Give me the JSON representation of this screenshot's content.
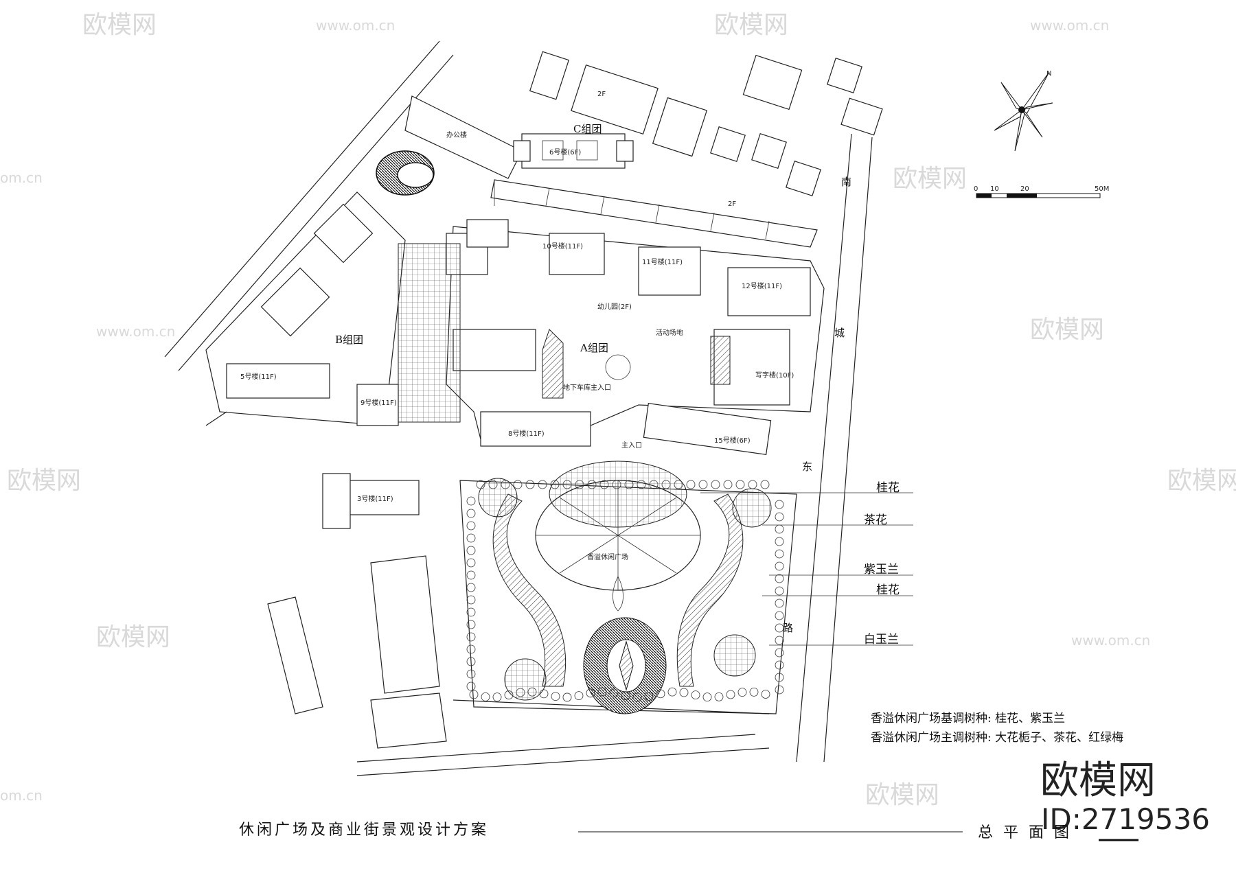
{
  "watermarks": {
    "brand": "欧模网",
    "url": "www.om.cn",
    "url_short": "om.cn",
    "big_brand": "欧模网",
    "id_text": "ID:2719536"
  },
  "plan": {
    "group_a": "A组团",
    "group_b": "B组团",
    "group_c": "C组团",
    "office": "办公楼",
    "building_2f": "2F",
    "kindergarten": "幼儿园(2F)",
    "activity": "活动场地",
    "school": "写字楼(10F)",
    "main_entrance": "主入口",
    "underground": "地下车库主入口",
    "building_6": "6号楼(6F)",
    "building_9": "9号楼(11F)",
    "building_11": "11号楼(11F)",
    "building_12": "12号楼(11F)",
    "building_10": "10号楼(11F)",
    "building_8": "8号楼(11F)",
    "building_5": "5号楼(11F)",
    "building_3": "3号楼(11F)",
    "building_15": "15号楼(6F)",
    "road_east_1": "东",
    "road_east_2": "城",
    "road_east_3": "路",
    "road_top": "南",
    "plaza": "香溢休闲广场"
  },
  "scale": {
    "ticks": [
      "0",
      "10",
      "20",
      "50M"
    ]
  },
  "compass": {
    "north": "N"
  },
  "labels": {
    "l1": "桂花",
    "l2": "茶花",
    "l3": "紫玉兰",
    "l4": "桂花",
    "l5": "白玉兰"
  },
  "notes": {
    "line1": "香溢休闲广场基调树种: 桂花、紫玉兰",
    "line2": "香溢休闲广场主调树种: 大花栀子、茶花、红绿梅"
  },
  "footer": {
    "title": "休闲广场及商业街景观设计方案",
    "sheet": "总 平 面 图"
  }
}
